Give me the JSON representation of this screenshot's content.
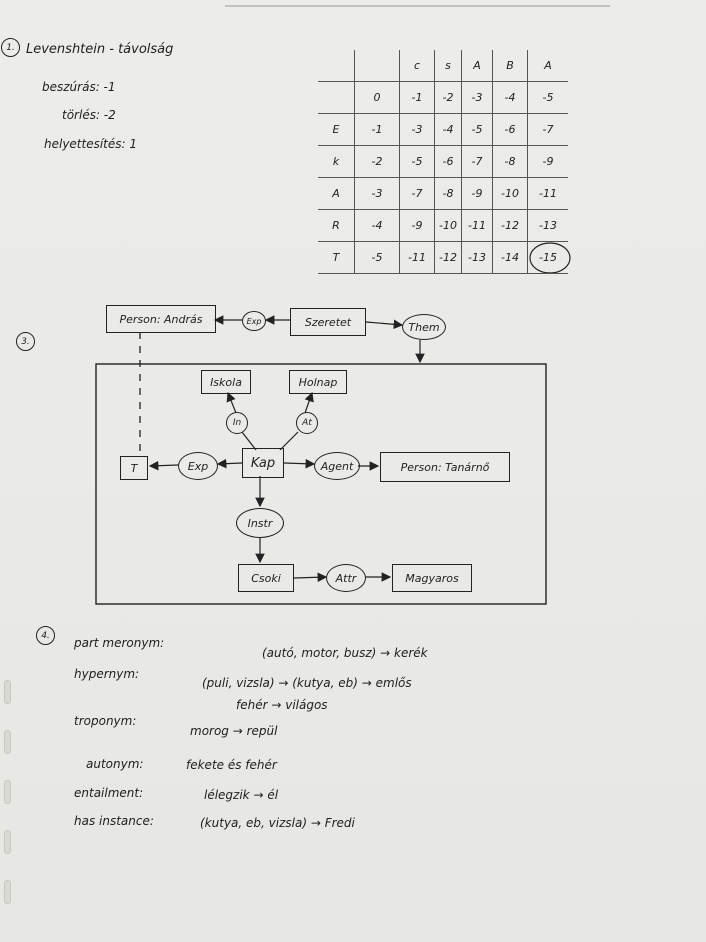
{
  "section1": {
    "number": "1.",
    "title": "Levenshtein - távolság",
    "costs": [
      "beszúrás: -1",
      "törlés: -2",
      "helyettesítés: 1"
    ]
  },
  "table": {
    "header": [
      "",
      "",
      "c",
      "s",
      "A",
      "B",
      "A"
    ],
    "rows": [
      [
        "",
        "",
        "",
        "",
        "",
        "",
        ""
      ],
      [
        "",
        "0",
        "-1",
        "-2",
        "-3",
        "-4",
        "-5"
      ],
      [
        "E",
        "-1",
        "-3",
        "-4",
        "-5",
        "-6",
        "-7"
      ],
      [
        "k",
        "-2",
        "-5",
        "-6",
        "-7",
        "-8",
        "-9"
      ],
      [
        "A",
        "-3",
        "-7",
        "-8",
        "-9",
        "-10",
        "-11"
      ],
      [
        "R",
        "-4",
        "-9",
        "-10",
        "-11",
        "-12",
        "-13"
      ],
      [
        "T",
        "-5",
        "-11",
        "-12",
        "-13",
        "-14",
        "-15"
      ]
    ],
    "circled_value": "-15"
  },
  "section3": {
    "number": "3.",
    "nodes": {
      "person_andras": "Person: András",
      "exp_top": "Exp",
      "szeretet": "Szeretet",
      "them": "Them",
      "iskola": "Iskola",
      "holnap": "Holnap",
      "in": "In",
      "at": "At",
      "t": "T",
      "exp": "Exp",
      "kap": "Kap",
      "agent": "Agent",
      "person_tanarnő": "Person: Tanárnő",
      "instr": "Instr",
      "csoki": "Csoki",
      "attr": "Attr",
      "magyaros": "Magyaros"
    }
  },
  "section4": {
    "number": "4.",
    "items": [
      {
        "term": "part meronym:",
        "value": "(autó, motor, busz) → kerék"
      },
      {
        "term": "hypernym:",
        "value": "(puli, vizsla) → (kutya, eb) → emlős"
      },
      {
        "term": "",
        "value": "fehér → világos"
      },
      {
        "term": "troponym:",
        "value": "morog → repül"
      },
      {
        "term": "autonym:",
        "value": "fekete és fehér"
      },
      {
        "term": "entailment:",
        "value": "lélegzik → él"
      },
      {
        "term": "has instance:",
        "value": "(kutya, eb, vizsla) → Fredi"
      }
    ]
  }
}
